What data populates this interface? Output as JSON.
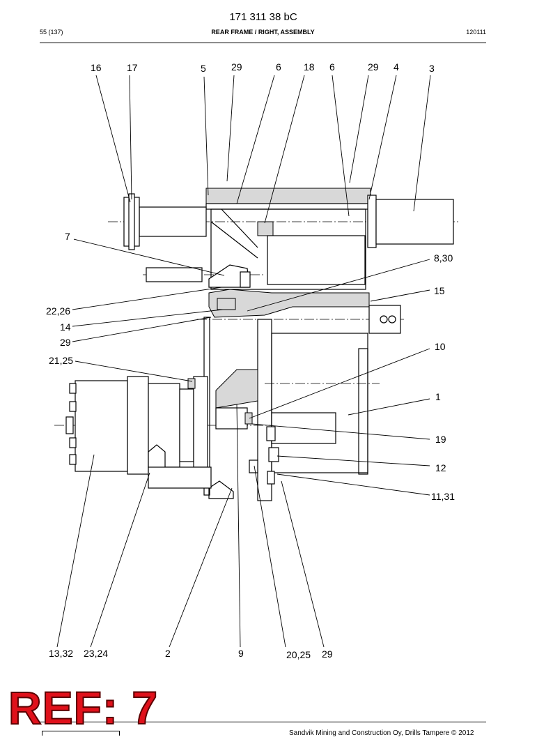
{
  "header": {
    "doc_number": "171 311 38 bC",
    "page": "55 (137)",
    "title": "REAR FRAME / RIGHT, ASSEMBLY",
    "date_code": "120111"
  },
  "callouts": [
    {
      "id": "c16",
      "text": "16"
    },
    {
      "id": "c17",
      "text": "17"
    },
    {
      "id": "c5",
      "text": "5"
    },
    {
      "id": "c29a",
      "text": "29"
    },
    {
      "id": "c6a",
      "text": "6"
    },
    {
      "id": "c18",
      "text": "18"
    },
    {
      "id": "c6b",
      "text": "6"
    },
    {
      "id": "c29b",
      "text": "29"
    },
    {
      "id": "c4",
      "text": "4"
    },
    {
      "id": "c3",
      "text": "3"
    },
    {
      "id": "c7",
      "text": "7"
    },
    {
      "id": "c830",
      "text": "8,30"
    },
    {
      "id": "c15",
      "text": "15"
    },
    {
      "id": "c2226",
      "text": "22,26"
    },
    {
      "id": "c14",
      "text": "14"
    },
    {
      "id": "c29c",
      "text": "29"
    },
    {
      "id": "c10",
      "text": "10"
    },
    {
      "id": "c2125",
      "text": "21,25"
    },
    {
      "id": "c1",
      "text": "1"
    },
    {
      "id": "c19",
      "text": "19"
    },
    {
      "id": "c12",
      "text": "12"
    },
    {
      "id": "c1131",
      "text": "11,31"
    },
    {
      "id": "c1332",
      "text": "13,32"
    },
    {
      "id": "c2324",
      "text": "23,24"
    },
    {
      "id": "c2",
      "text": "2"
    },
    {
      "id": "c9",
      "text": "9"
    },
    {
      "id": "c2025",
      "text": "20,25"
    },
    {
      "id": "c29d",
      "text": "29"
    }
  ],
  "stamp": {
    "text": "REF: 7",
    "color": "#e0111b"
  },
  "footer": {
    "text": "Sandvik Mining and Construction Oy, Drills Tampere © 2012"
  }
}
